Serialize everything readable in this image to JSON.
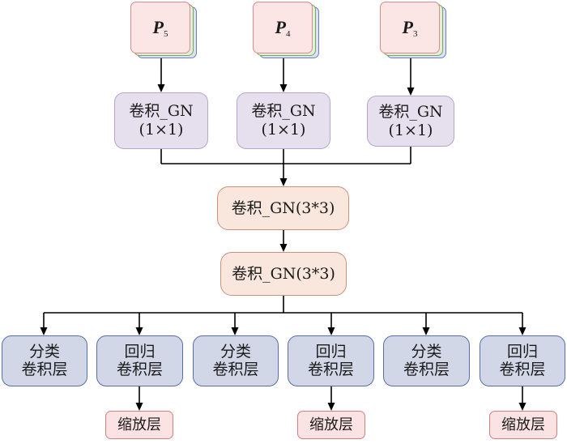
{
  "inputs": [
    {
      "label": "P",
      "sub": "5"
    },
    {
      "label": "P",
      "sub": "4"
    },
    {
      "label": "P",
      "sub": "3"
    }
  ],
  "lateral_convs": [
    {
      "line1": "卷积_GN",
      "line2": "(1×1)"
    },
    {
      "line1": "卷积_GN",
      "line2": "(1×1)"
    },
    {
      "line1": "卷积_GN",
      "line2": "(1×1)"
    }
  ],
  "shared_convs": [
    {
      "label": "卷积_GN(3*3)"
    },
    {
      "label": "卷积_GN(3*3)"
    }
  ],
  "heads": [
    {
      "line1": "分类",
      "line2": "卷积层"
    },
    {
      "line1": "回归",
      "line2": "卷积层"
    },
    {
      "line1": "分类",
      "line2": "卷积层"
    },
    {
      "line1": "回归",
      "line2": "卷积层"
    },
    {
      "line1": "分类",
      "line2": "卷积层"
    },
    {
      "line1": "回归",
      "line2": "卷积层"
    }
  ],
  "scale_layers": [
    {
      "label": "缩放层"
    },
    {
      "label": "缩放层"
    },
    {
      "label": "缩放层"
    }
  ],
  "colors": {
    "input_front": "#fbe5e5",
    "input_mid": "#e3f0d9",
    "input_back": "#dde2f3",
    "lateral_conv": "#e6e0ee",
    "shared_conv": "#f9e7de",
    "head": "#d1d7e7",
    "scale": "#fbe3e3"
  }
}
